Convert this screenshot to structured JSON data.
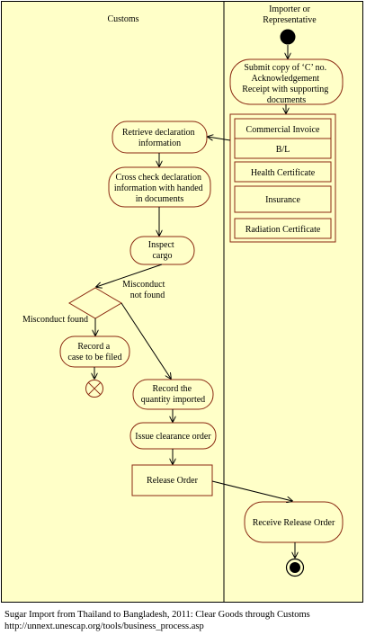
{
  "lanes": {
    "customs": "Customs",
    "importer_line1": "Importer or",
    "importer_line2": "Representative"
  },
  "nodes": {
    "submit": [
      "Submit copy of ‘C’ no.",
      "Acknowledgement",
      "Receipt with supporting",
      "documents"
    ],
    "retrieve": [
      "Retrieve declaration",
      "information"
    ],
    "crosscheck": [
      "Cross check declaration",
      "information with handed",
      "in documents"
    ],
    "inspect": [
      "Inspect",
      "cargo"
    ],
    "record_case": [
      "Record a",
      "case to be filed"
    ],
    "record_qty": [
      "Record the",
      "quantity imported"
    ],
    "issue": [
      "Issue clearance order"
    ],
    "release": [
      "Release Order"
    ],
    "receive": [
      "Receive Release Order"
    ]
  },
  "documents": [
    "Commercial Invoice",
    "B/L",
    "Health Certificate",
    "Insurance",
    "Radiation Certificate"
  ],
  "guards": {
    "not_found_line1": "Misconduct",
    "not_found_line2": "not found",
    "found": "Misconduct found"
  },
  "caption": {
    "line1": "Sugar Import from Thailand to Bangladesh, 2011: Clear Goods through Customs",
    "line2": "http://unnext.unescap.org/tools/business_process.asp"
  },
  "colors": {
    "background": "#ffffc8",
    "node_fill": "#ffffc8",
    "node_stroke": "#8b2a12",
    "line": "#000000"
  }
}
